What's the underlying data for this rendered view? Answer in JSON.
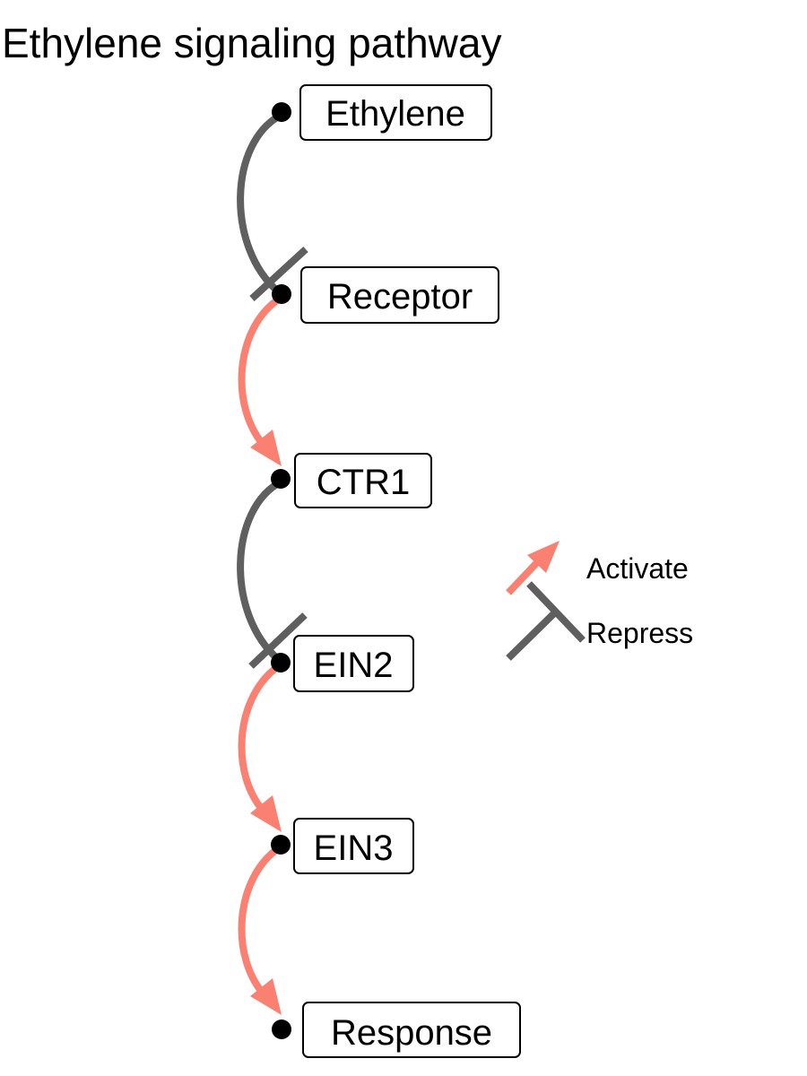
{
  "title": "Ethylene signaling pathway",
  "colors": {
    "activate": "#fa8072",
    "repress": "#5f5f5f",
    "node_dot": "#000000"
  },
  "nodes": [
    {
      "id": "ethylene",
      "label": "Ethylene"
    },
    {
      "id": "receptor",
      "label": "Receptor"
    },
    {
      "id": "ctr1",
      "label": "CTR1"
    },
    {
      "id": "ein2",
      "label": "EIN2"
    },
    {
      "id": "ein3",
      "label": "EIN3"
    },
    {
      "id": "response",
      "label": "Response"
    }
  ],
  "edges": [
    {
      "from": "ethylene",
      "to": "receptor",
      "type": "repress"
    },
    {
      "from": "receptor",
      "to": "ctr1",
      "type": "activate"
    },
    {
      "from": "ctr1",
      "to": "ein2",
      "type": "repress"
    },
    {
      "from": "ein2",
      "to": "ein3",
      "type": "activate"
    },
    {
      "from": "ein3",
      "to": "response",
      "type": "activate"
    }
  ],
  "legend": {
    "activate_label": "Activate",
    "repress_label": "Repress"
  }
}
